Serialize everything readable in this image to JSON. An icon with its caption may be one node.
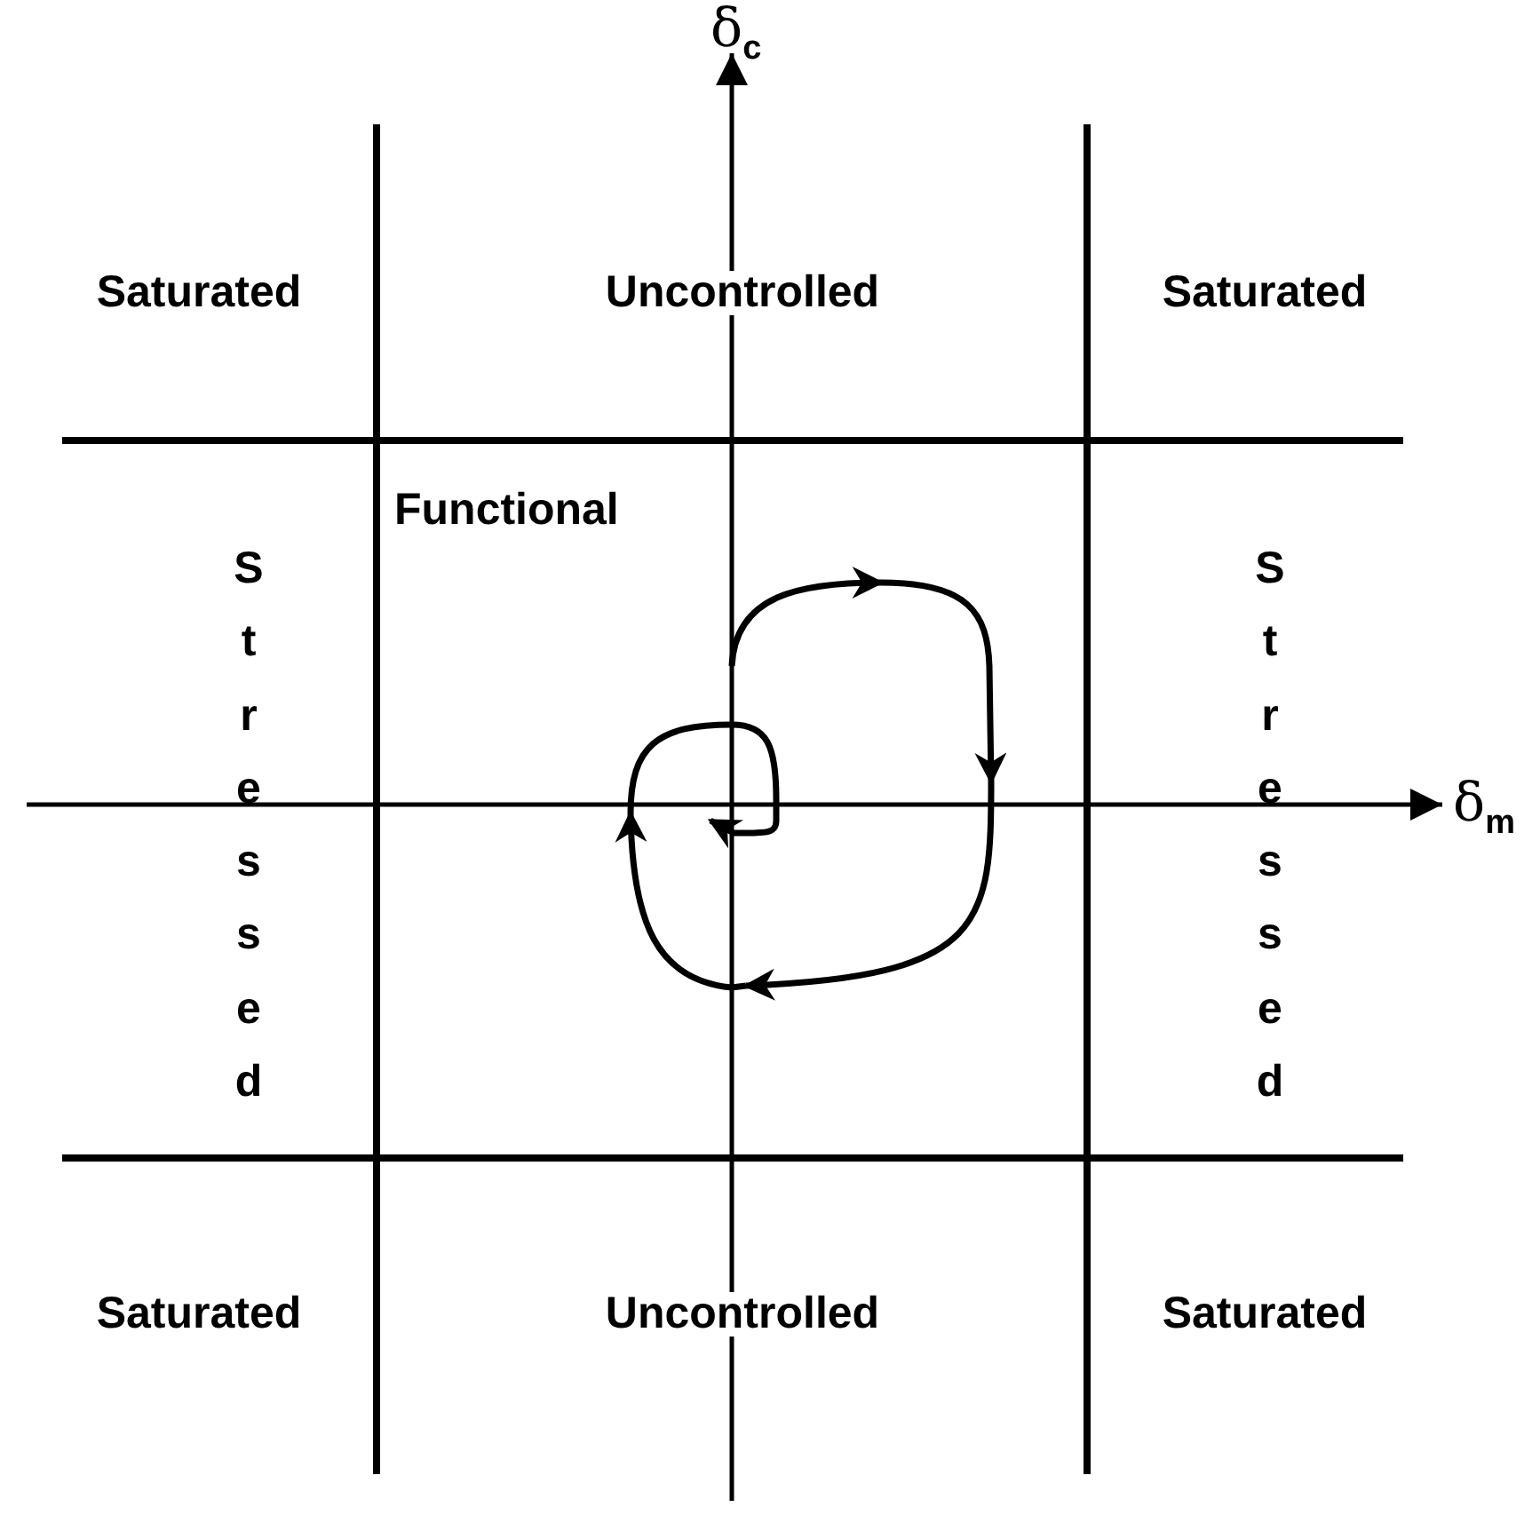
{
  "diagram": {
    "labels": [
      "δ$_{c}$",
      "Saturated",
      "Uncontrolled",
      "Saturated",
      "Functional",
      "Stressed",
      "Stressed",
      "δ$_{m}$",
      "Saturated",
      "Uncontrolled",
      "Saturated"
    ]
  }
}
